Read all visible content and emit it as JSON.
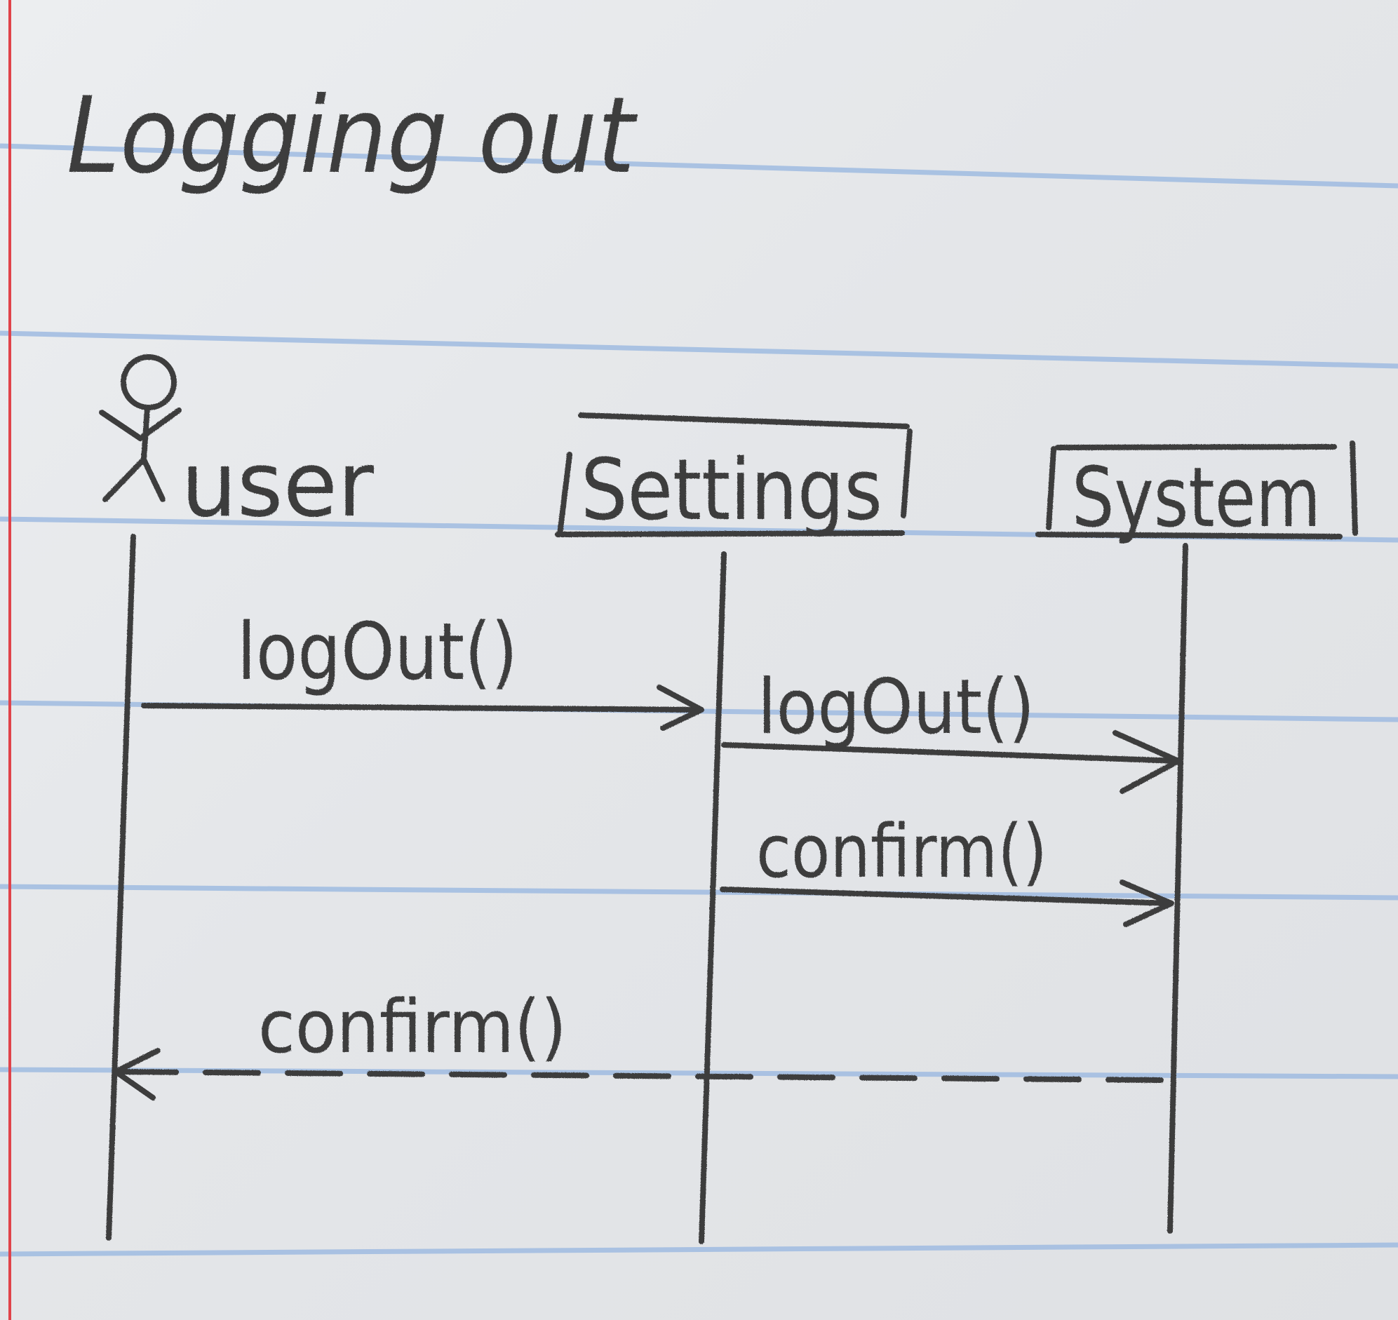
{
  "title": "Logging out",
  "paper": {
    "rule_color": "#9fbbe0",
    "margin_color": "#e0434a",
    "pencil_color": "#3c3c3e"
  },
  "participants": [
    {
      "id": "user",
      "label": "user",
      "kind": "actor"
    },
    {
      "id": "settings",
      "label": "Settings",
      "kind": "object"
    },
    {
      "id": "system",
      "label": "System",
      "kind": "object"
    }
  ],
  "messages": [
    {
      "from": "user",
      "to": "settings",
      "label": "logOut()",
      "style": "solid"
    },
    {
      "from": "settings",
      "to": "system",
      "label": "logOut()",
      "style": "solid"
    },
    {
      "from": "settings",
      "to": "system",
      "label": "confirm()",
      "style": "solid"
    },
    {
      "from": "system",
      "to": "user",
      "label": "confirm()",
      "style": "dashed"
    }
  ]
}
